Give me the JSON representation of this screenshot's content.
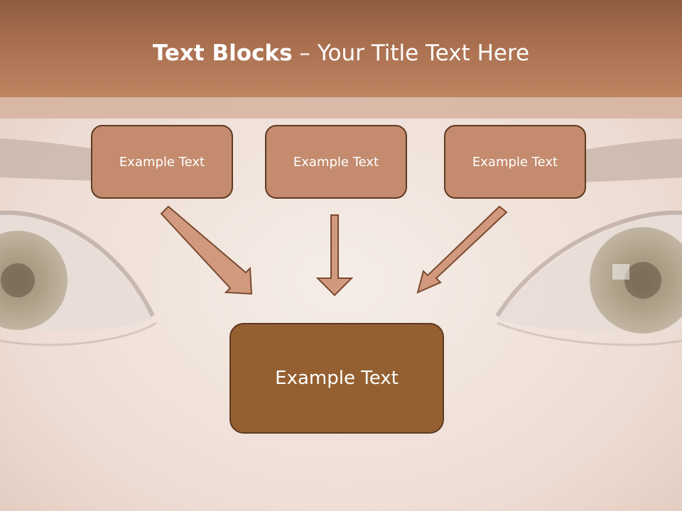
{
  "slide": {
    "title_bold": "Text Blocks",
    "title_rest": " – Your Title Text Here"
  },
  "blocks": [
    {
      "text": "Example Text"
    },
    {
      "text": "Example Text"
    },
    {
      "text": "Example Text"
    }
  ],
  "main_block": {
    "text": "Example Text"
  },
  "colors": {
    "title_bar": "#a96f4f",
    "block_fill": "#c48b6e",
    "main_block_fill": "#956031",
    "border": "#5e3a22",
    "arrow_fill": "#d19a7e"
  }
}
